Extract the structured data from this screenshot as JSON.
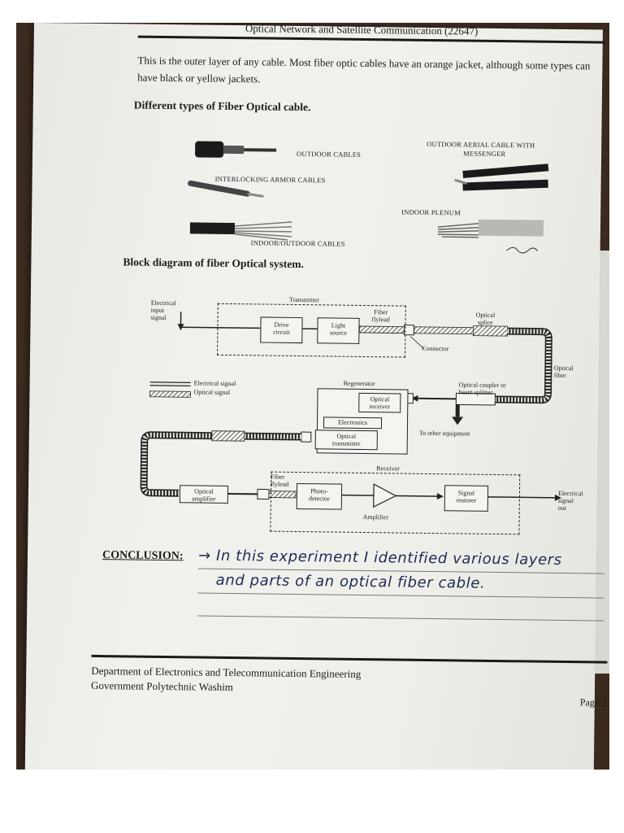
{
  "header": {
    "title": "Optical Network and Satellite Communication (22647)"
  },
  "intro": {
    "text": "This is the outer layer of any cable. Most fiber optic cables have an orange jacket, although some types can have black or yellow jackets."
  },
  "section_types": {
    "heading": "Different types of Fiber Optical cable.",
    "labels": {
      "outdoor": "OUTDOOR CABLES",
      "interlocking": "INTERLOCKING ARMOR CABLES",
      "indoor_outdoor": "INDOOR/OUTDOOR CABLES",
      "aerial_line1": "OUTDOOR AERIAL CABLE WITH",
      "aerial_line2": "MESSENGER",
      "plenum": "INDOOR PLENUM"
    }
  },
  "section_block": {
    "heading": "Block diagram of fiber Optical system.",
    "labels": {
      "electrical_input_1": "Electrical",
      "electrical_input_2": "input",
      "electrical_input_3": "signal",
      "transmitter": "Transmitter",
      "fiber_flylead_1": "Fiber",
      "fiber_flylead_2": "flylead",
      "drive_1": "Drive",
      "drive_2": "circuit",
      "light_1": "Light",
      "light_2": "source",
      "optical_splice_1": "Optical",
      "optical_splice_2": "splice",
      "connector": "Connector",
      "optical_fiber_1": "Optical",
      "optical_fiber_2": "fiber",
      "legend_electrical": "Electrical signal",
      "legend_optical": "Optical signal",
      "regenerator": "Regenerator",
      "optical_receiver_1": "Optical",
      "optical_receiver_2": "receiver",
      "electronics": "Electronics",
      "optical_transmitter_1": "Optical",
      "optical_transmitter_2": "transmitter",
      "coupler_1": "Optical coupler or",
      "coupler_2": "beam splitter",
      "to_other": "To other equipment",
      "receiver": "Receiver",
      "rx_fiber_1": "Fiber",
      "rx_fiber_2": "flylead",
      "optical_amp_1": "Optical",
      "optical_amp_2": "amplifier",
      "photo_1": "Photo-",
      "photo_2": "detector",
      "amplifier": "Amplifier",
      "signal_1": "Signal",
      "signal_2": "restorer",
      "elec_out_1": "Electrical",
      "elec_out_2": "signal",
      "elec_out_3": "out"
    }
  },
  "conclusion": {
    "label": "CONCLUSION:",
    "line1": "→ In this experiment I identified various layers",
    "line2": "and parts of an optical fiber cable."
  },
  "footer": {
    "line1": "Department of Electronics and Telecommunication Engineering",
    "line2": "Government Polytechnic Washim",
    "page": "Page 2"
  }
}
